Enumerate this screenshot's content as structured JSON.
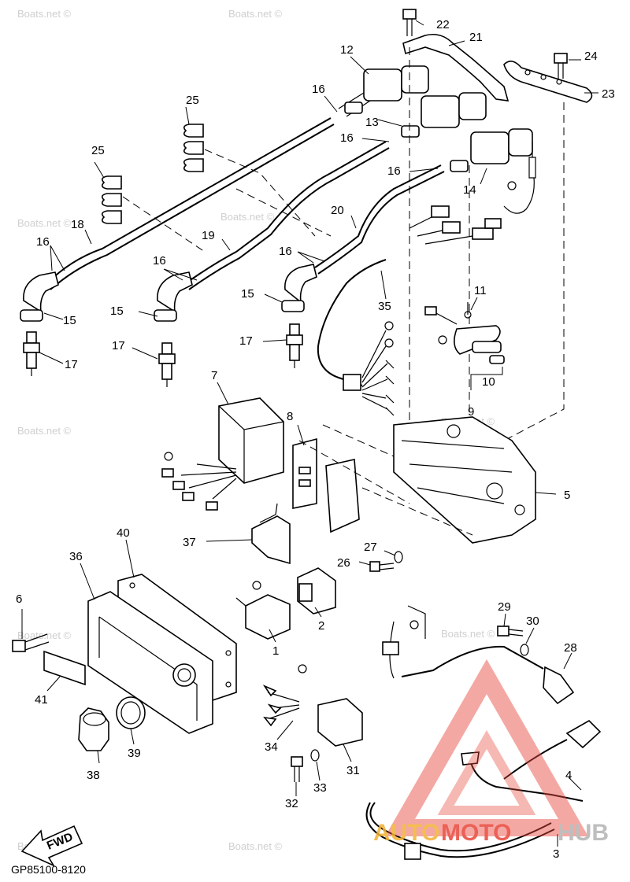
{
  "diagram_code": "GP85100-8120",
  "watermark": "Boats.net ©",
  "fwd_label": "FWD",
  "brand": {
    "auto": "AUTO",
    "moto": "MOTO",
    "hub": "HUB",
    "auto_color": "#f2b233",
    "moto_color": "#e8463a",
    "hub_color": "#b3b3b3"
  },
  "callouts": {
    "c1": "1",
    "c2": "2",
    "c3": "3",
    "c4": "4",
    "c5": "5",
    "c6": "6",
    "c7": "7",
    "c8": "8",
    "c9": "9",
    "c10": "10",
    "c11": "11",
    "c12": "12",
    "c13": "13",
    "c14": "14",
    "c15": "15",
    "c16": "16",
    "c17": "17",
    "c18": "18",
    "c19": "19",
    "c20": "20",
    "c21": "21",
    "c22": "22",
    "c23": "23",
    "c24": "24",
    "c25": "25",
    "c26": "26",
    "c27": "27",
    "c28": "28",
    "c29": "29",
    "c30": "30",
    "c31": "31",
    "c32": "32",
    "c33": "33",
    "c34": "34",
    "c35": "35",
    "c36": "36",
    "c37": "37",
    "c38": "38",
    "c39": "39",
    "c40": "40",
    "c41": "41"
  }
}
